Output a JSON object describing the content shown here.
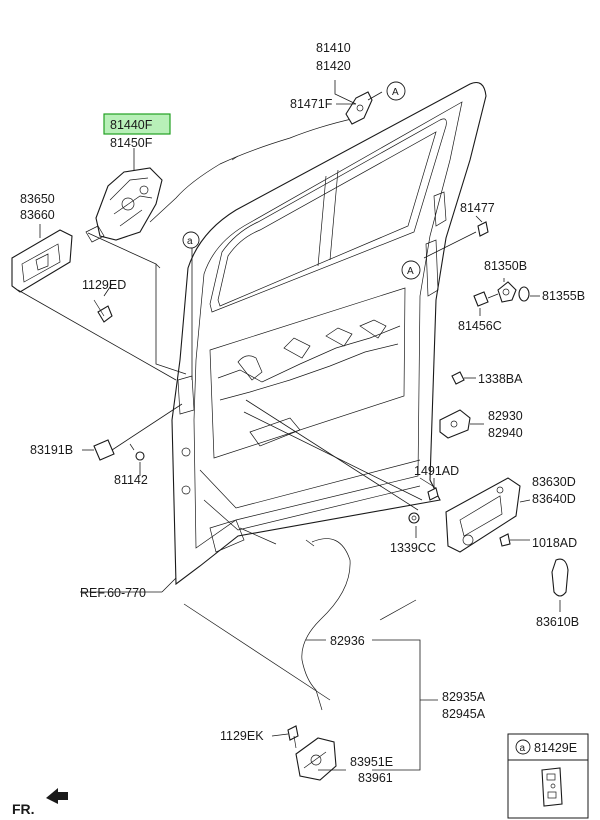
{
  "callouts": {
    "p81410": "81410",
    "p81420": "81420",
    "p81471F": "81471F",
    "p81440F": "81440F",
    "p81450F": "81450F",
    "p83650": "83650",
    "p83660": "83660",
    "p1129ED": "1129ED",
    "p83191B": "83191B",
    "p81142": "81142",
    "p81477": "81477",
    "p81350B": "81350B",
    "p81355B": "81355B",
    "p81456C": "81456C",
    "p1338BA": "1338BA",
    "p82930": "82930",
    "p82940": "82940",
    "p1491AD": "1491AD",
    "p83630D": "83630D",
    "p83640D": "83640D",
    "p1339CC": "1339CC",
    "p1018AD": "1018AD",
    "p83610B": "83610B",
    "p82936": "82936",
    "p82935A": "82935A",
    "p82945A": "82945A",
    "p1129EK": "1129EK",
    "p83951E": "83951E",
    "p83961": "83961",
    "ref": "REF.60-770",
    "p81429E": "81429E"
  },
  "markers": {
    "a": "a",
    "A": "A"
  },
  "orientation": "FR.",
  "colors": {
    "highlight_fill": "#b8f0b8",
    "highlight_border": "#22a022",
    "line": "#1a1a1a"
  }
}
